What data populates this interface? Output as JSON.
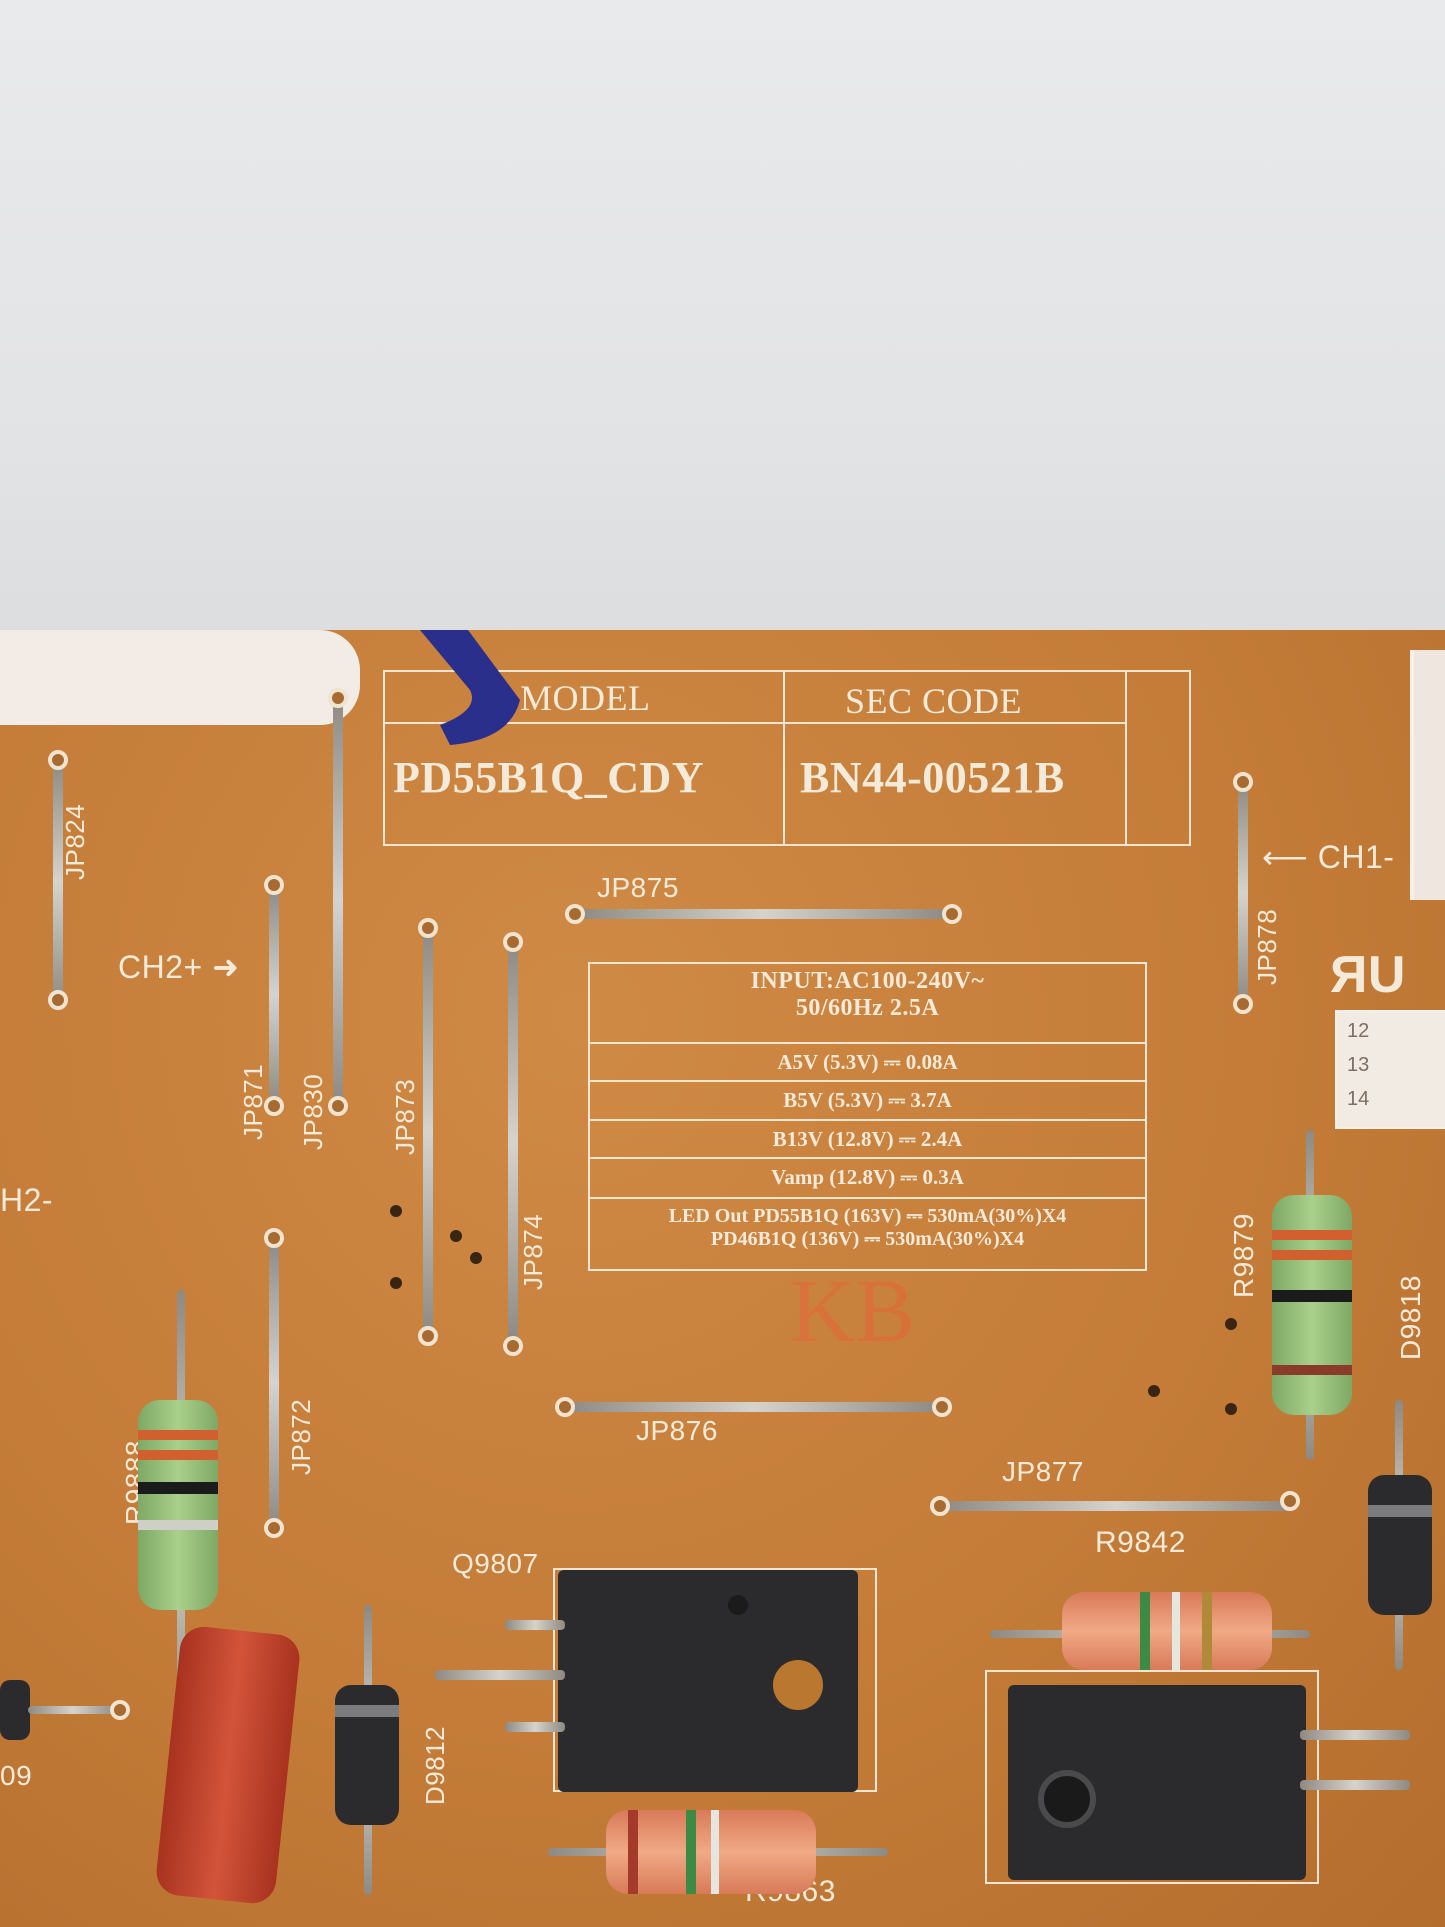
{
  "label_table": {
    "model_header": "MODEL",
    "code_header": "SEC CODE",
    "model_value": "PD55B1Q_CDY",
    "code_value": "BN44-00521B"
  },
  "rating_table": {
    "input_line1": "INPUT:AC100-240V~",
    "input_line2": "50/60Hz 2.5A",
    "rows": [
      "A5V    (5.3V) ⎓ 0.08A",
      "B5V    (5.3V) ⎓ 3.7A",
      "B13V  (12.8V) ⎓ 2.4A",
      "Vamp (12.8V) ⎓ 0.3A"
    ],
    "led_line1": "LED Out PD55B1Q  (163V) ⎓ 530mA(30%)X4",
    "led_line2": "PD46B1Q  (136V) ⎓ 530mA(30%)X4"
  },
  "labels": {
    "jp824": "JP824",
    "ch2_plus": "CH2+",
    "jp871": "JP871",
    "jp830": "JP830",
    "jp873": "JP873",
    "jp874": "JP874",
    "jp875": "JP875",
    "jp876": "JP876",
    "jp877": "JP877",
    "jp878": "JP878",
    "jp872": "JP872",
    "ch1_minus": "CH1-",
    "ch2_minus": "H2-",
    "r9879": "R9879",
    "d9818": "D9818",
    "r9842": "R9842",
    "q9807": "Q9807",
    "r9888": "R9888",
    "d9812": "D9812",
    "r9863": "R9863",
    "d09": "09",
    "kb_mark": "KB",
    "ul_mark": "ЯU",
    "conn_13": "13",
    "conn_14": "14",
    "conn_12": "12"
  },
  "colors": {
    "pcb": "#c47c38",
    "silkscreen": "#f4ead9",
    "wall": "#e4e5e7",
    "marker": "#2a2f8c"
  },
  "icons": {
    "arrow": "arrow-icon"
  }
}
